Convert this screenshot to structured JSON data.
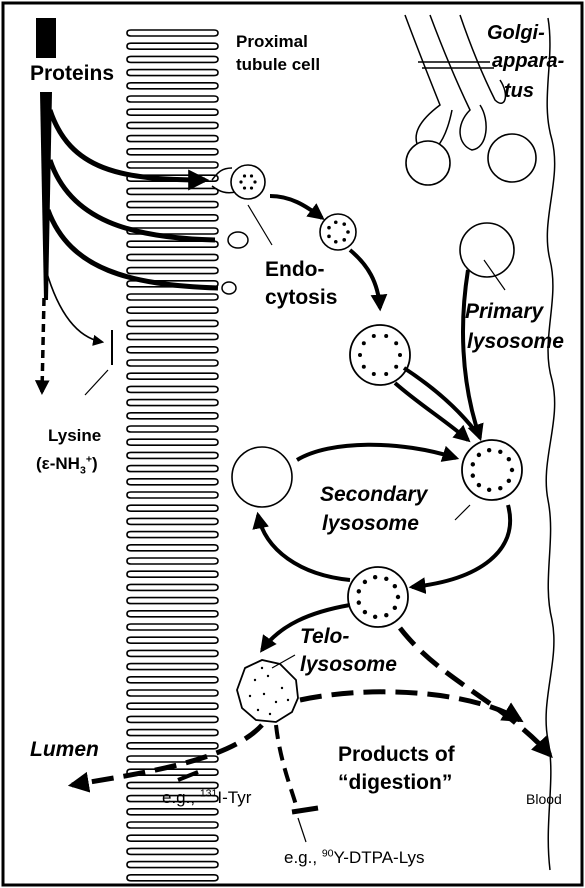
{
  "labels": {
    "proteins": "Proteins",
    "cell_line1": "Proximal",
    "cell_line2": "tubule cell",
    "golgi_line1": "Golgi-",
    "golgi_line2": "appara-",
    "golgi_line3": "tus",
    "endo_line1": "Endo-",
    "endo_line2": "cytosis",
    "primary_line1": "Primary",
    "primary_line2": "lysosome",
    "lysine_line1": "Lysine",
    "lysine_prefix": "(ε-NH",
    "lysine_sub": "3",
    "lysine_sup": "+",
    "lysine_suffix": ")",
    "secondary_line1": "Secondary",
    "secondary_line2": "lysosome",
    "telo_line1": "Telo-",
    "telo_line2": "lysosome",
    "lumen": "Lumen",
    "products_line1": "Products of",
    "products_line2": "“digestion”",
    "eg1_prefix": "e.g., ",
    "eg1_sup": "131",
    "eg1_suffix": "I-Tyr",
    "eg2_prefix": "e.g., ",
    "eg2_sup": "90",
    "eg2_suffix": "Y-DTPA-Lys",
    "blood": "Blood"
  },
  "colors": {
    "ink": "#000000",
    "paper": "#ffffff"
  }
}
